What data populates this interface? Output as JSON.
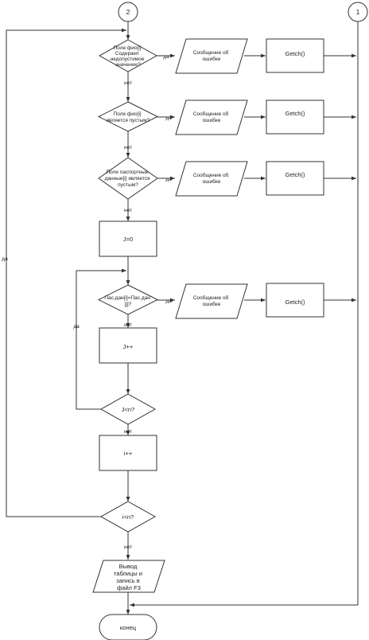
{
  "connectors": {
    "top_left": "2",
    "top_right": "1"
  },
  "decisions": {
    "fio_invalid_lines": [
      "Поле фио[i]",
      "Содержит",
      "недопустимое",
      "значение?"
    ],
    "fio_empty_lines": [
      "Поле фио[i]",
      "является пустым?"
    ],
    "passport_empty_lines": [
      "Поле паспортные",
      "данные[i] является",
      "пустым?"
    ],
    "passport_equal_lines": [
      "Пас.дан[i]=Пас.дан",
      "[j]?"
    ],
    "j_less_n": "J<n?",
    "i_less_n": "i<n?"
  },
  "outputs": {
    "error_lines": [
      "Сообщение об",
      "ошибке"
    ],
    "final_output_lines": [
      "Вывод",
      "таблицы и",
      "запись в",
      "файл F3"
    ]
  },
  "processes": {
    "getch": "Getch()",
    "j_init": "J=0",
    "j_inc": "J++",
    "i_inc": "i++"
  },
  "terminator": {
    "end": "конец"
  },
  "labels": {
    "yes": "да",
    "no": "нет"
  }
}
